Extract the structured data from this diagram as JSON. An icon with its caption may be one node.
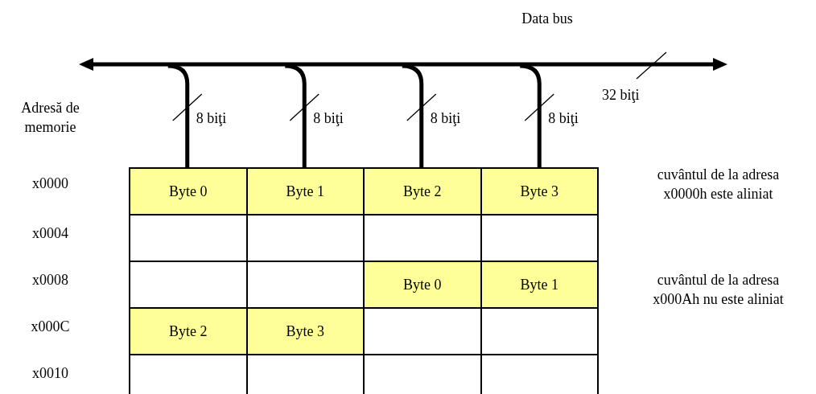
{
  "diagram": {
    "nodes": [
      {
        "text": [],
        "shape": "bar",
        "beside": [
          "Data bus",
          "32 biţi"
        ]
      },
      {
        "text": [
          "Byte 0"
        ]
      },
      {
        "text": [
          "Byte 1"
        ]
      },
      {
        "text": [
          "Byte 2"
        ]
      },
      {
        "text": [
          "Byte 3"
        ]
      },
      {
        "text": [],
        "shape": "box"
      },
      {
        "text": [],
        "shape": "box"
      },
      {
        "text": [],
        "shape": "box"
      },
      {
        "text": [],
        "shape": "box"
      },
      {
        "text": [],
        "shape": "box"
      },
      {
        "text": [],
        "shape": "box"
      },
      {
        "text": [
          "Byte 0"
        ]
      },
      {
        "text": [
          "Byte 1"
        ]
      },
      {
        "text": [
          "Byte 2"
        ]
      },
      {
        "text": [
          "Byte 3"
        ]
      },
      {
        "text": [],
        "shape": "box"
      },
      {
        "text": [],
        "shape": "box"
      },
      {
        "text": [],
        "shape": "box"
      },
      {
        "text": [],
        "shape": "box"
      },
      {
        "text": [],
        "shape": "box"
      },
      {
        "text": [],
        "shape": "box"
      }
    ],
    "edges": [
      {
        "from": 0,
        "to": 1,
        "arrow": "none",
        "label": "8 biţi"
      },
      {
        "from": 0,
        "to": 2,
        "arrow": "none",
        "label": "8 biţi"
      },
      {
        "from": 0,
        "to": 3,
        "arrow": "none",
        "label": "8 biţi"
      },
      {
        "from": 0,
        "to": 4,
        "arrow": "none",
        "label": "8 biţi"
      }
    ],
    "labels": [
      "Adresă de memorie",
      "x0000",
      "cuvântul de la adresa x0000h este aliniat",
      "x0004",
      "x0008",
      "cuvântul de la adresa x000Ah nu este aliniat",
      "x000C",
      "x0010"
    ]
  }
}
